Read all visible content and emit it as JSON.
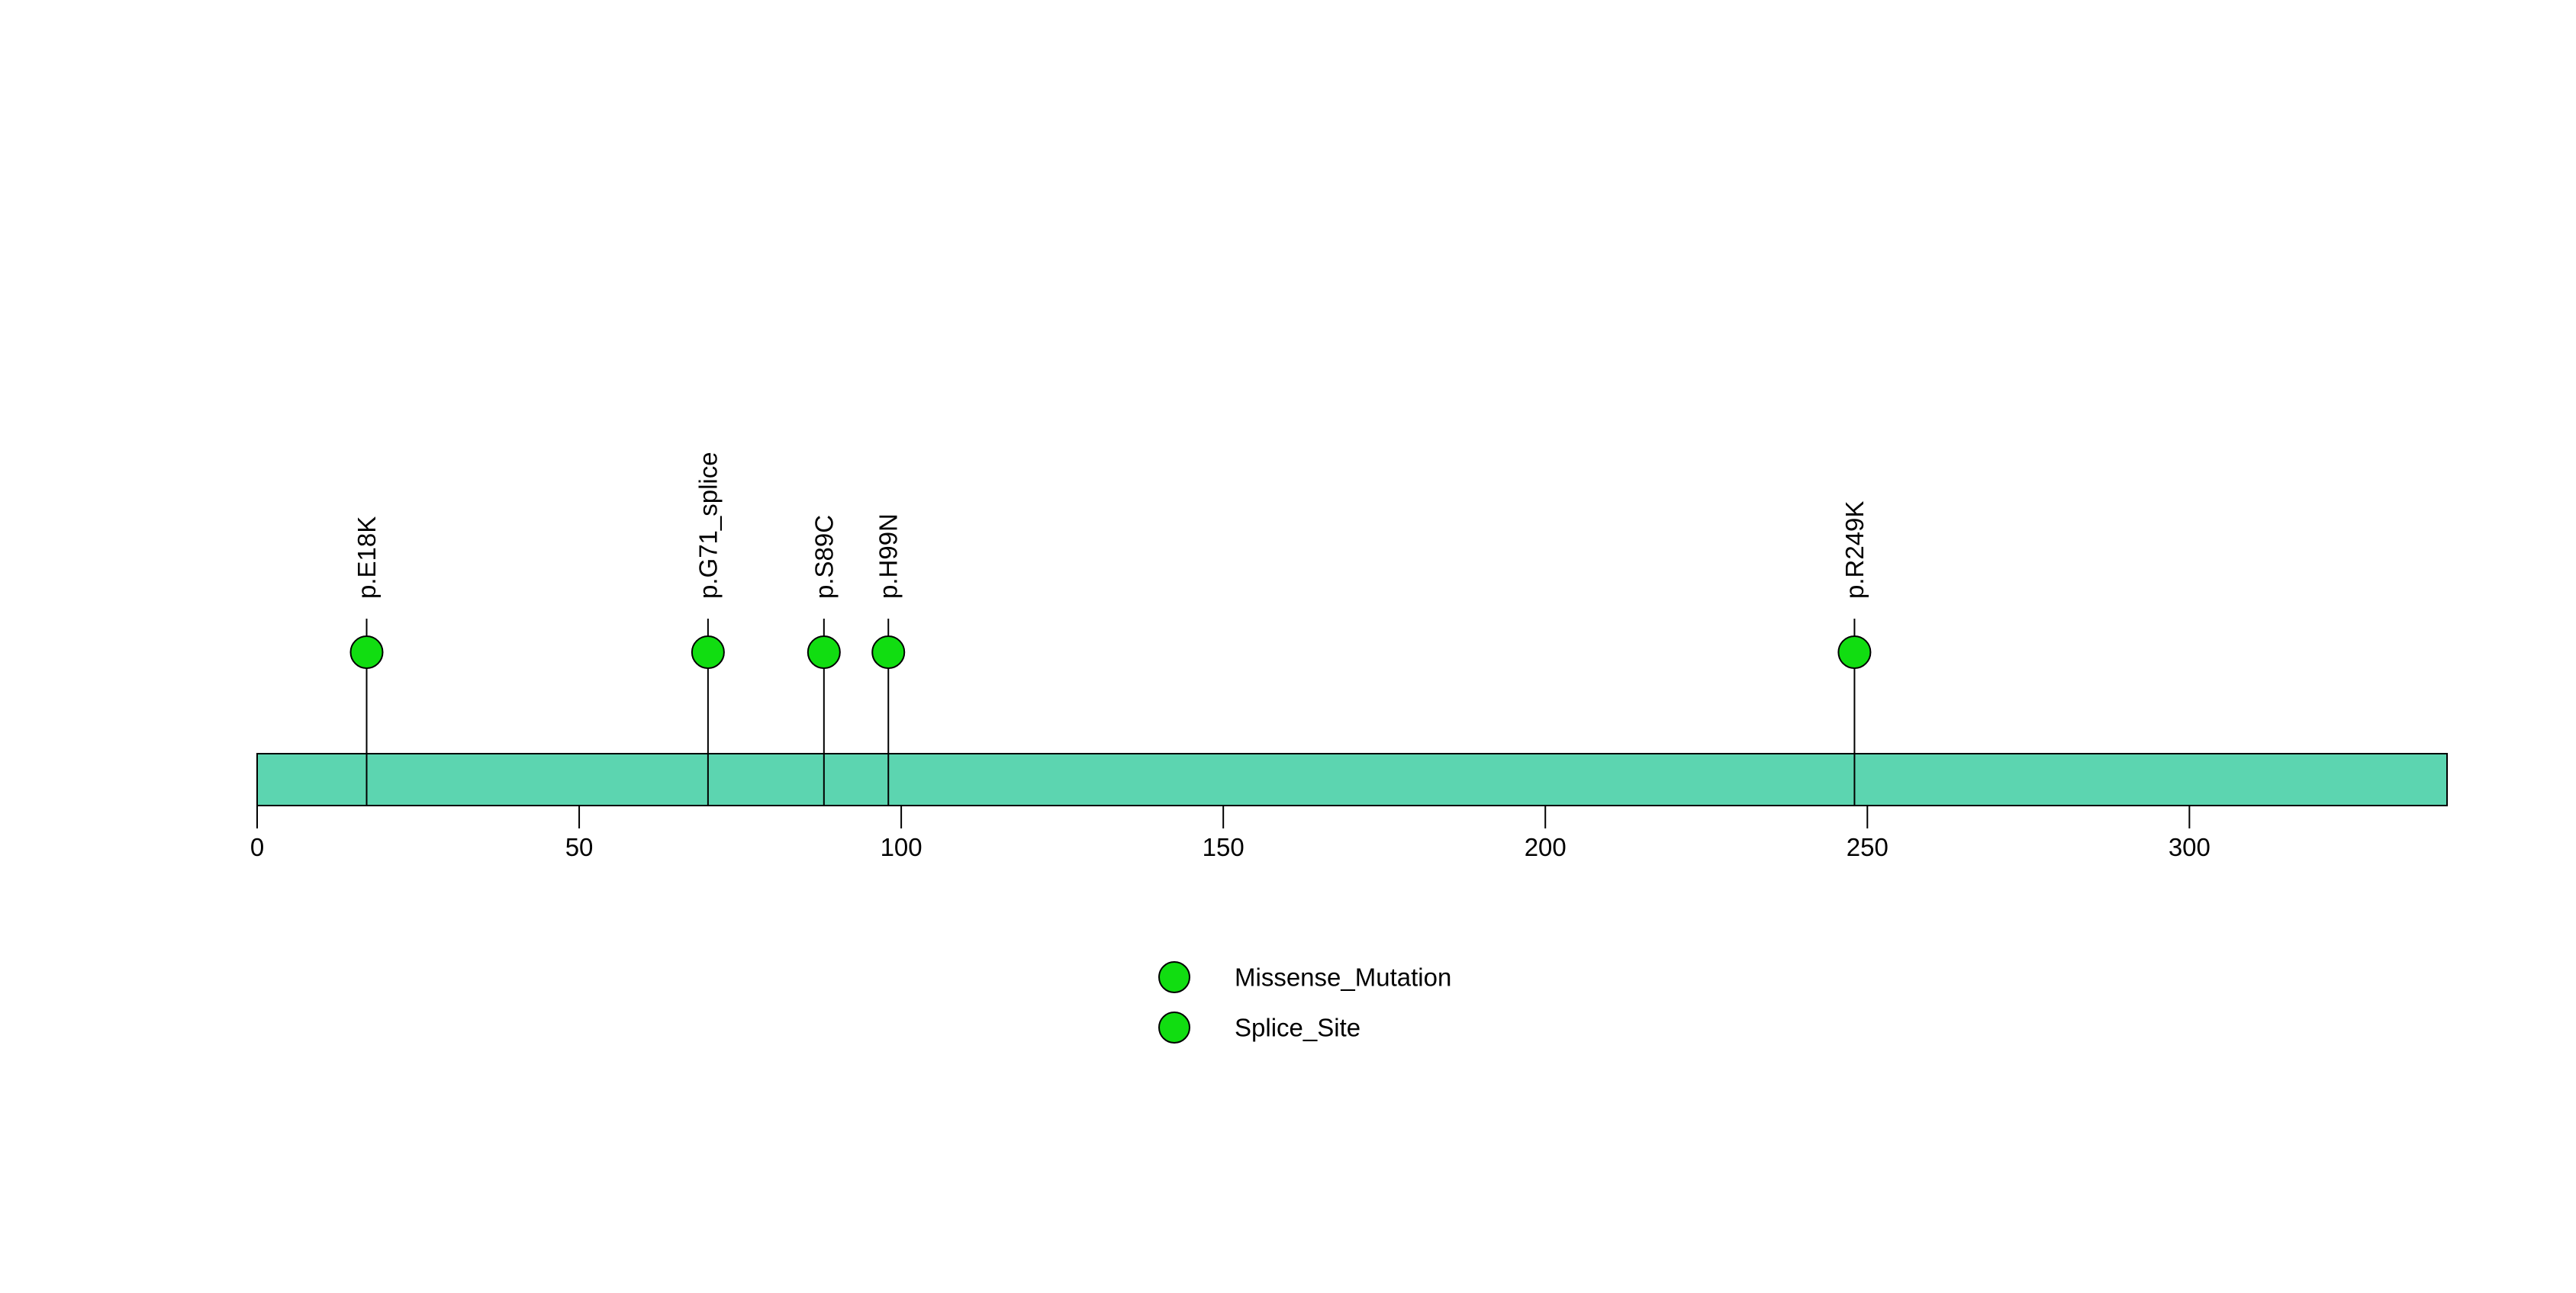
{
  "chart_data": {
    "type": "lollipop",
    "title": "",
    "xlabel": "",
    "ylabel": "",
    "xlim": [
      0,
      340
    ],
    "protein_length": 340,
    "x_ticks": [
      0,
      50,
      100,
      150,
      200,
      250,
      300
    ],
    "grid": false,
    "backbone": {
      "start": 0,
      "end": 340,
      "fill_color": "#5CD5B0",
      "stroke_color": "#000000"
    },
    "mutations": [
      {
        "label": "p.E18K",
        "position": 18,
        "type": "Missense_Mutation"
      },
      {
        "label": "p.G71_splice",
        "position": 71,
        "type": "Splice_Site"
      },
      {
        "label": "p.S89C",
        "position": 89,
        "type": "Missense_Mutation"
      },
      {
        "label": "p.H99N",
        "position": 99,
        "type": "Missense_Mutation"
      },
      {
        "label": "p.R249K",
        "position": 249,
        "type": "Missense_Mutation"
      }
    ],
    "marker": {
      "fill_color": "#11DD11",
      "stroke_color": "#000000"
    },
    "legend": {
      "position": "bottom-center",
      "items": [
        {
          "label": "Missense_Mutation",
          "color": "#11DD11"
        },
        {
          "label": "Splice_Site",
          "color": "#11DD11"
        }
      ]
    }
  }
}
